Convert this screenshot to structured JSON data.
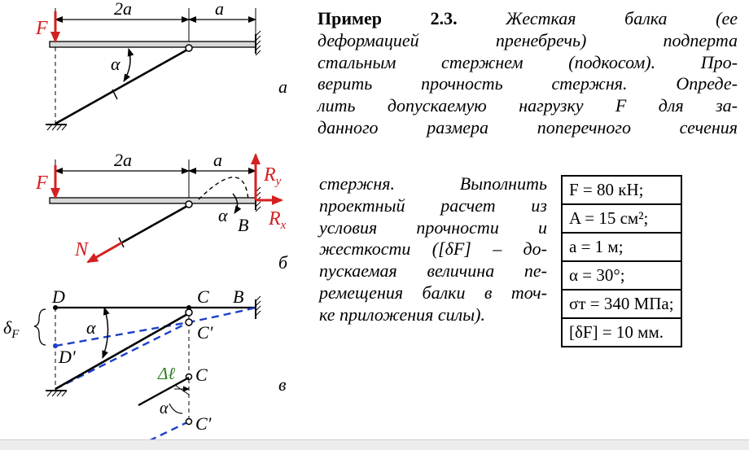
{
  "paragraph": {
    "heading": "Пример 2.3.",
    "lines_full": [
      " Жесткая балка (ее",
      "деформацией пренебречь) подперта",
      "стальным стержнем (подкосом). Про-",
      "верить прочность стержня. Опреде-",
      "лить допускаемую нагрузку F для за-",
      "данного размера поперечного сечения"
    ],
    "lines_narrow": [
      "стержня. Выполнить",
      "проектный расчет из",
      "условия прочности и",
      "жесткости ([δF] – до-",
      "пускаемая величина пе-",
      "ремещения балки в точ-",
      "ке приложения силы)."
    ]
  },
  "given": [
    "F = 80 кН;",
    "A = 15 см²;",
    "a = 1 м;",
    "α = 30°;",
    "σт = 340 МПа;",
    "[δF] = 10 мм."
  ],
  "figure_a": {
    "force": "F",
    "dim_left": "2a",
    "dim_right": "a",
    "angle": "α",
    "tag": "а"
  },
  "figure_b": {
    "force": "F",
    "dim_left": "2a",
    "dim_right": "a",
    "angle": "α",
    "point_b": "B",
    "ry": "Ry",
    "rx": "Rx",
    "n": "N",
    "tag": "б"
  },
  "figure_c": {
    "d": "D",
    "c": "C",
    "b": "B",
    "c_prime": "C'",
    "d_prime": "D'",
    "delta_f": "δF",
    "angle": "α",
    "delta_l": "Δℓ",
    "c2": "C",
    "c2_prime": "C'",
    "angle2": "α",
    "tag": "в"
  },
  "colors": {
    "force": "#d42020",
    "deformed": "#1c3fc8",
    "delta_l": "#2e7d1e",
    "beam_fill": "#d8d8d8"
  }
}
